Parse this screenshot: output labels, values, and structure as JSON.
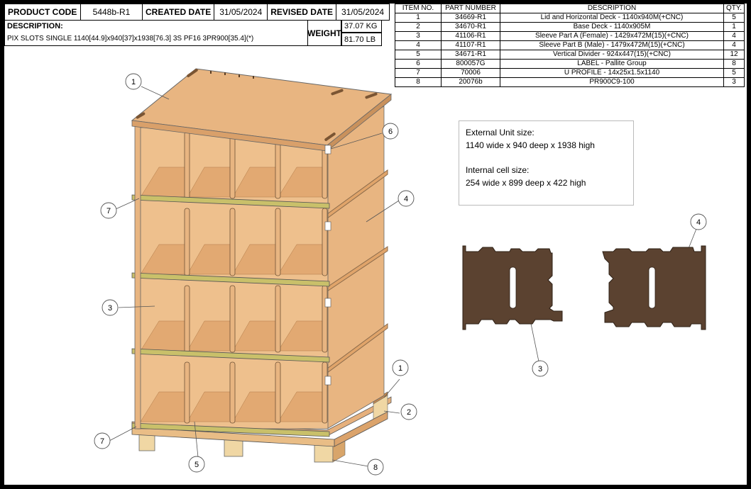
{
  "header": {
    "product_code_label": "PRODUCT CODE",
    "product_code": "5448b-R1",
    "created_label": "CREATED DATE",
    "created_date": "31/05/2024",
    "revised_label": "REVISED DATE",
    "revised_date": "31/05/2024",
    "description_label": "DESCRIPTION:",
    "description": "PIX SLOTS SINGLE 1140[44.9]x940[37]x1938[76.3] 3S PF16 3PR900[35.4](*)",
    "weight_label": "WEIGHT",
    "weight_kg": "37.07 KG",
    "weight_lb": "81.70  LB"
  },
  "bom": {
    "columns": [
      "ITEM NO.",
      "PART NUMBER",
      "DESCRIPTION",
      "QTY."
    ],
    "rows": [
      [
        "1",
        "34669-R1",
        "Lid and Horizontal Deck - 1140x940M(+CNC)",
        "5"
      ],
      [
        "2",
        "34670-R1",
        "Base Deck - 1140x905M",
        "1"
      ],
      [
        "3",
        "41106-R1",
        "Sleeve Part A (Female) - 1429x472M(15)(+CNC)",
        "4"
      ],
      [
        "4",
        "41107-R1",
        "Sleeve Part B (Male) - 1479x472M(15)(+CNC)",
        "4"
      ],
      [
        "5",
        "34671-R1",
        "Vertical Divider - 924x447(15)(+CNC)",
        "12"
      ],
      [
        "6",
        "800057G",
        "LABEL - Pallite Group",
        "8"
      ],
      [
        "7",
        "70006",
        "U PROFILE - 14x25x1.5x1140",
        "5"
      ],
      [
        "8",
        "20076b",
        "PR900C9-100",
        "3"
      ]
    ]
  },
  "info": {
    "external_title": "External Unit size:",
    "external_value": "1140 wide x 940 deep x 1938 high",
    "internal_title": "Internal cell size:",
    "internal_value": "254 wide x 899 deep x 422 high"
  },
  "callouts": {
    "c1_top": "1",
    "c6": "6",
    "c4_main": "4",
    "c7_upper": "7",
    "c3_main": "3",
    "c1_base": "1",
    "c2": "2",
    "c7_lower": "7",
    "c5": "5",
    "c8": "8",
    "c4_detail": "4",
    "c3_detail": "3"
  },
  "colors": {
    "board": "#e6b07c",
    "board_dark": "#d49a63",
    "detail_part": "#5b4230"
  }
}
